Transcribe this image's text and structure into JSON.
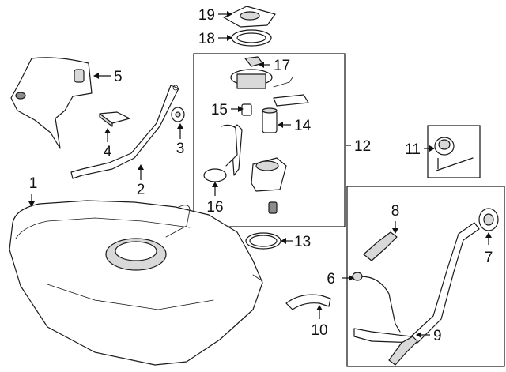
{
  "diagram": {
    "callouts": [
      "1",
      "2",
      "3",
      "4",
      "5",
      "6",
      "7",
      "8",
      "9",
      "10",
      "11",
      "12",
      "13",
      "14",
      "15",
      "16",
      "17",
      "18",
      "19"
    ]
  }
}
